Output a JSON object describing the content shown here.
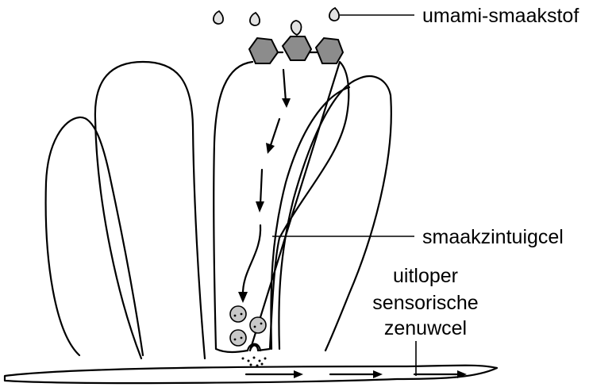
{
  "labels": {
    "umami": "umami-smaakstof",
    "taste_cell": "smaakzintuigcel",
    "nerve_line1": "uitloper",
    "nerve_line2": "sensorische",
    "nerve_line3": "zenuwcel"
  },
  "colors": {
    "line": "#000000",
    "receptor": "#8c8c8c",
    "molecule": "#e2e2e2",
    "vesicle": "#c8c8c8",
    "background": "#ffffff"
  }
}
